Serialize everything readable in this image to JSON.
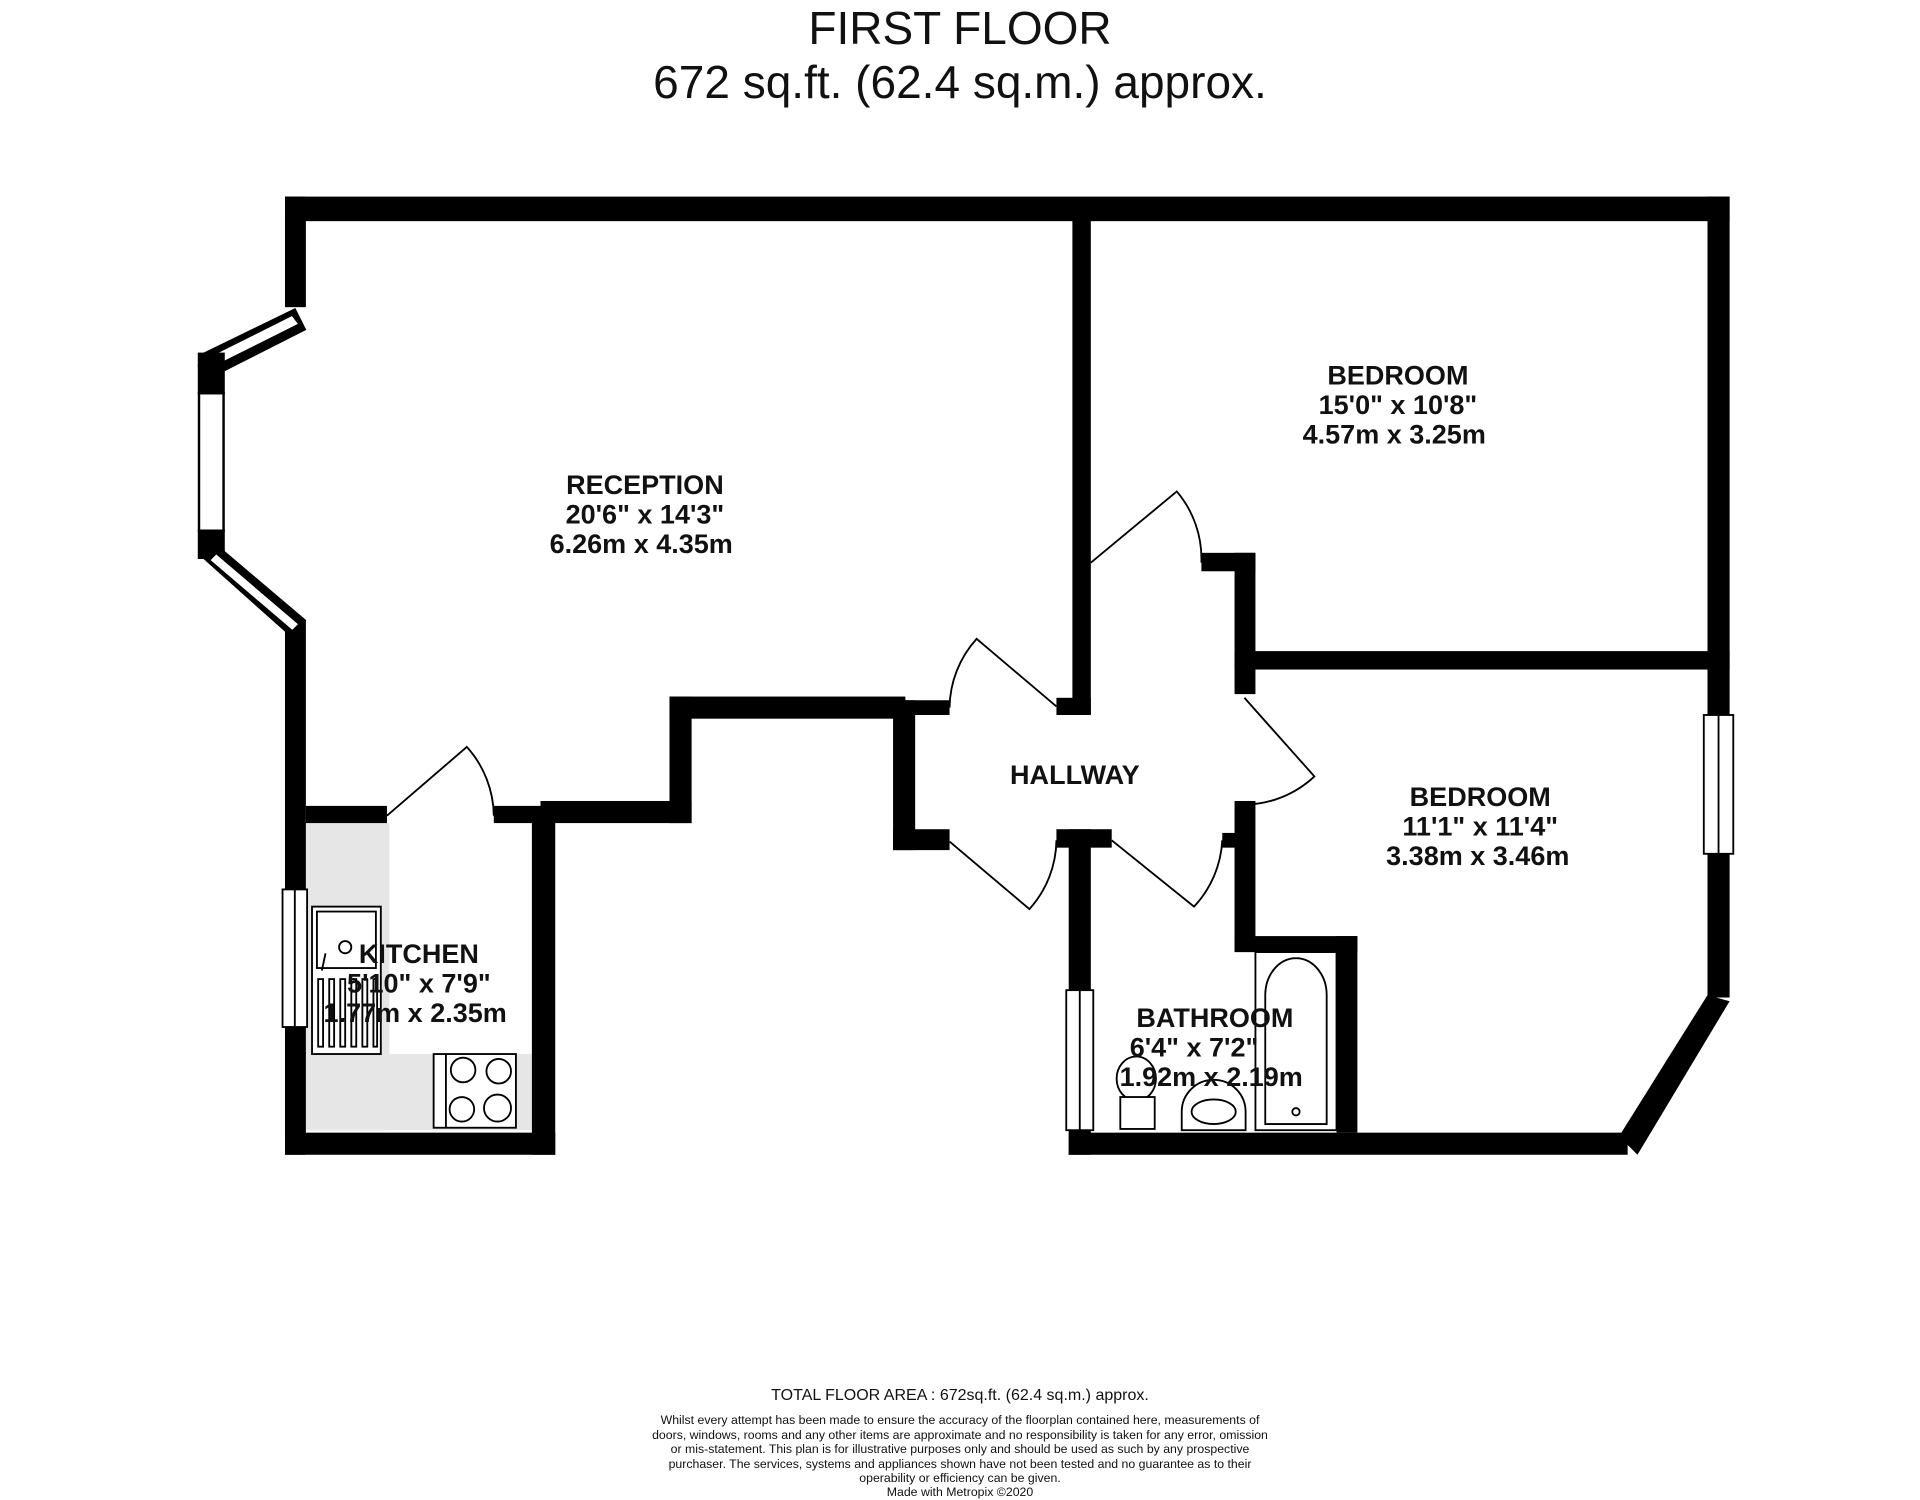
{
  "header": {
    "title": "FIRST FLOOR",
    "area": "672 sq.ft. (62.4 sq.m.) approx."
  },
  "rooms": [
    {
      "name": "RECEPTION",
      "imperial": "20'6\"  x 14'3\"",
      "metric": "6.26m  x 4.35m"
    },
    {
      "name": "BEDROOM",
      "imperial": "15'0\"  x 10'8\"",
      "metric": "4.57m  x 3.25m"
    },
    {
      "name": "HALLWAY"
    },
    {
      "name": "BEDROOM",
      "imperial": "11'1\"  x 11'4\"",
      "metric": "3.38m  x 3.46m"
    },
    {
      "name": "KITCHEN",
      "imperial": "5'10\"  x 7'9\"",
      "metric": "1.77m  x 2.35m"
    },
    {
      "name": "BATHROOM",
      "imperial": "6'4\"  x 7'2\"",
      "metric": "1.92m  x 2.19m"
    }
  ],
  "footer": {
    "total": "TOTAL FLOOR AREA : 672sq.ft. (62.4 sq.m.) approx.",
    "disclaimer": "Whilst every attempt has been made to ensure the accuracy of the floorplan contained here, measurements of doors, windows, rooms and any other items are approximate and no responsibility is taken for any error, omission or mis-statement. This plan is for illustrative purposes only and should be used as such by any prospective purchaser. The services, systems and appliances shown have not been tested and no guarantee as to their operability or efficiency can be given.",
    "credit": "Made with Metropix ©2020"
  },
  "colors": {
    "wall": "#000000",
    "kitchen_counter": "#e6e6e6"
  }
}
